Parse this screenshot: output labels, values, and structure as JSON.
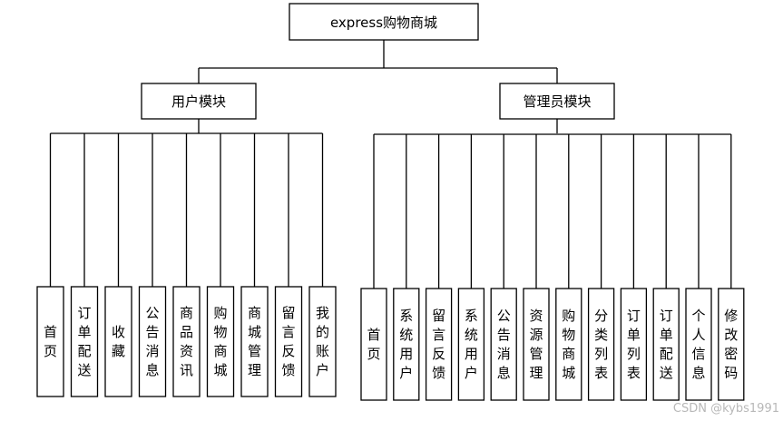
{
  "root": {
    "label": "express购物商城"
  },
  "modules": [
    {
      "label": "用户模块",
      "children": [
        "首页",
        "订单配送",
        "收藏",
        "公告消息",
        "商品资讯",
        "购物商城",
        "商城管理",
        "留言反馈",
        "我的账户"
      ]
    },
    {
      "label": "管理员模块",
      "children": [
        "首页",
        "系统用户",
        "留言反馈",
        "系统用户",
        "公告消息",
        "资源管理",
        "购物商城",
        "分类列表",
        "订单列表",
        "订单配送",
        "个人信息",
        "修改密码"
      ]
    }
  ],
  "watermark": "CSDN @kybs1991"
}
